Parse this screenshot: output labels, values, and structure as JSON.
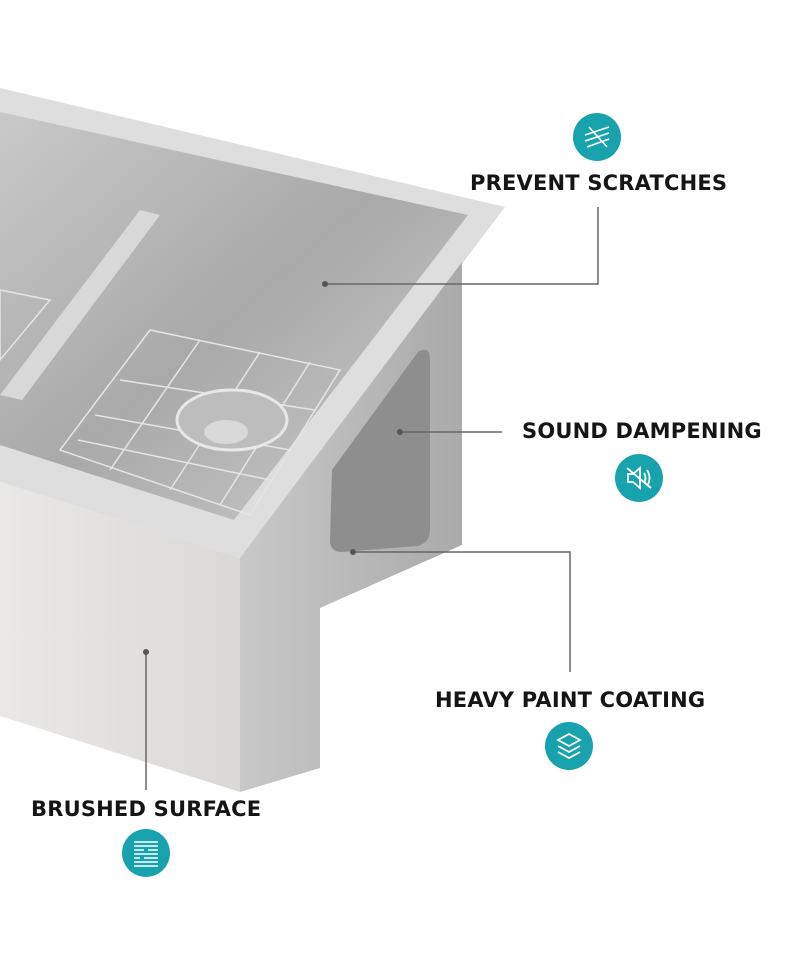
{
  "colors": {
    "accent": "#17a2ad",
    "text": "#151515",
    "leader": "#666666"
  },
  "features": [
    {
      "label": "PREVENT SCRATCHES",
      "icon": "scratch-icon"
    },
    {
      "label": "SOUND DAMPENING",
      "icon": "mute-speaker-icon"
    },
    {
      "label": "HEAVY PAINT COATING",
      "icon": "layers-icon"
    },
    {
      "label": "BRUSHED SURFACE",
      "icon": "brushed-lines-icon"
    }
  ]
}
